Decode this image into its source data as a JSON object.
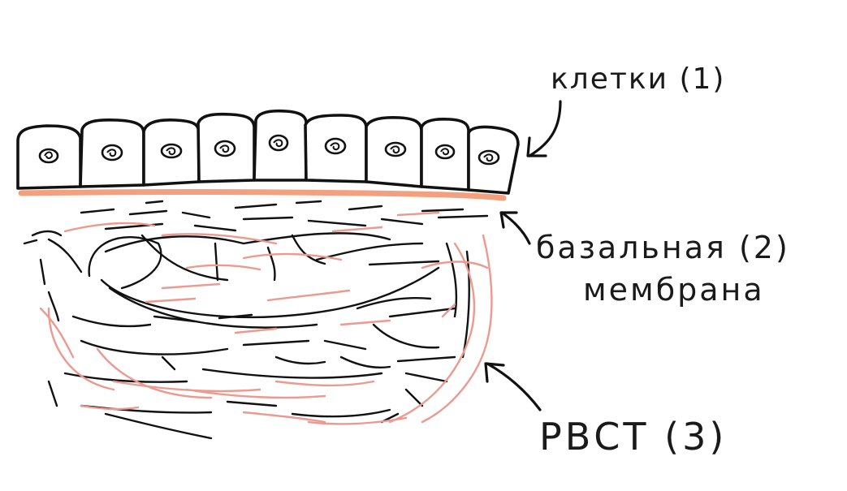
{
  "labels": {
    "cells": "клетки (1)",
    "membrane_line1": "базальная (2)",
    "membrane_line2": "мембрана",
    "tissue": "РВСТ (3)"
  },
  "cells": {
    "count": 9,
    "nucleus_glyph": "@"
  },
  "colors": {
    "ink": "#111111",
    "membrane": "#f4a07e",
    "fiber_pink": "#ec9a90"
  }
}
